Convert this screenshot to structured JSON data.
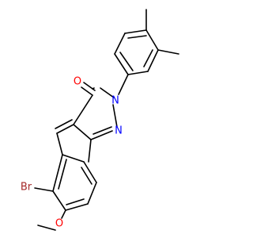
{
  "colors": {
    "bond": "#000000",
    "oxygen": "#ff0000",
    "nitrogen": "#0000ff",
    "bromine": "#a52a2a",
    "background": "#ffffff"
  },
  "atoms": {
    "o_carbonyl": "O",
    "n1": "N",
    "n2": "N",
    "br": "Br",
    "o_methoxy": "O"
  }
}
